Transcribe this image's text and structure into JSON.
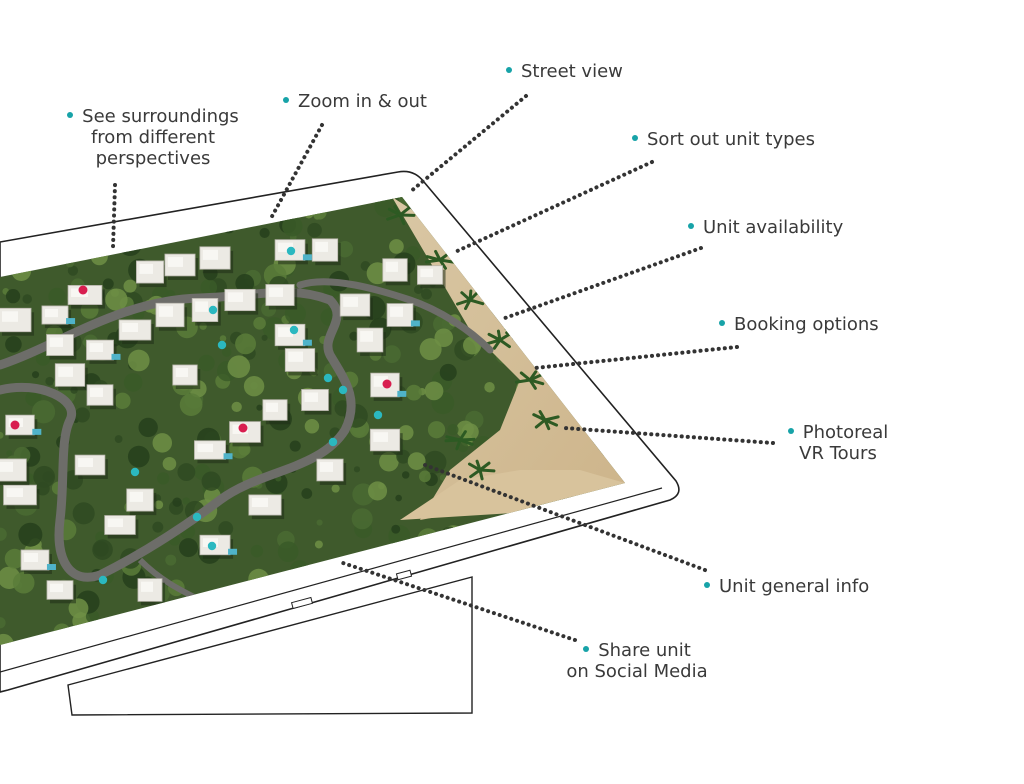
{
  "accent_color": "#17a3a8",
  "marker_colors": {
    "available": "#2bb8c0",
    "booked": "#d81e4f"
  },
  "features": [
    {
      "id": "surroundings",
      "lines": [
        "See surroundings",
        "from different",
        "perspectives"
      ]
    },
    {
      "id": "zoom",
      "lines": [
        "Zoom in & out"
      ]
    },
    {
      "id": "street-view",
      "lines": [
        "Street view"
      ]
    },
    {
      "id": "sort-units",
      "lines": [
        "Sort out unit types"
      ]
    },
    {
      "id": "availability",
      "lines": [
        "Unit availability"
      ]
    },
    {
      "id": "booking",
      "lines": [
        "Booking options"
      ]
    },
    {
      "id": "vr-tours",
      "lines": [
        "Photoreal",
        "VR Tours"
      ]
    },
    {
      "id": "general-info",
      "lines": [
        "Unit general info"
      ]
    },
    {
      "id": "share",
      "lines": [
        "Share unit",
        "on Social Media"
      ]
    }
  ]
}
